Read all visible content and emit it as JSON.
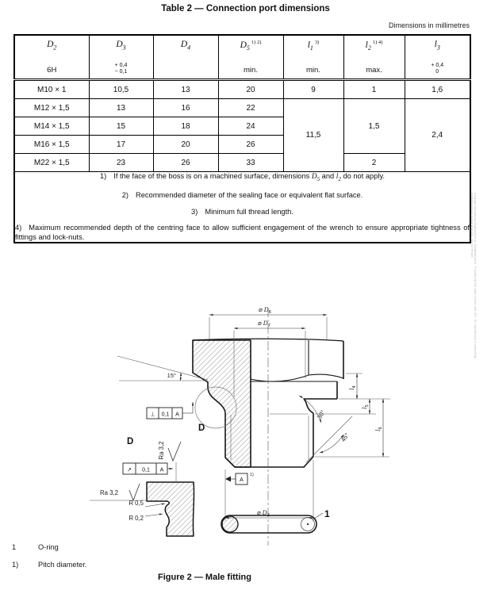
{
  "page": {
    "table_title": "Table 2 — Connection port dimensions",
    "units_note": "Dimensions in millimetres",
    "figure_caption": "Figure 2 — Male fitting",
    "watermark_text": "Copyright International Organization for Standardization · Provided by IHS under license with ISO · No reproduction or networking permitted without license from IHS · Not for Resale"
  },
  "table": {
    "headers": {
      "d2": {
        "sym": "D",
        "sub": "2",
        "sup": "",
        "spec": "6H"
      },
      "d3": {
        "sym": "D",
        "sub": "3",
        "sup": "",
        "tol_plus": "+ 0,4",
        "tol_minus": "− 0,1"
      },
      "d4": {
        "sym": "D",
        "sub": "4",
        "sup": "",
        "spec": ""
      },
      "d5": {
        "sym": "D",
        "sub": "5",
        "sup": "1) 2)",
        "spec": "min."
      },
      "l1": {
        "sym": "l",
        "sub": "1",
        "sup": "3)",
        "spec": "min."
      },
      "l2": {
        "sym": "l",
        "sub": "2",
        "sup": "1) 4)",
        "spec": "max."
      },
      "l3": {
        "sym": "l",
        "sub": "3",
        "sup": "",
        "tol_plus": "+ 0,4",
        "tol_minus": "0"
      }
    },
    "rows": [
      [
        "M10 × 1",
        "10,5",
        "13",
        "20"
      ],
      [
        "M12 × 1,5",
        "13",
        "16",
        "22"
      ],
      [
        "M14 × 1,5",
        "15",
        "18",
        "24"
      ],
      [
        "M16 × 1,5",
        "17",
        "20",
        "26"
      ],
      [
        "M22 × 1,5",
        "23",
        "26",
        "33"
      ]
    ],
    "extras": {
      "row0_l1": "9",
      "row0_l2": "1",
      "row0_l3": "1,6",
      "span_l1": "11,5",
      "span_l2": "1,5",
      "span_l3": "2,4",
      "row4_l2": "2"
    },
    "footnotes": {
      "fn1": {
        "marker": "1)",
        "pre": "If the face of the boss is on a machined surface, dimensions ",
        "sym1": "D",
        "sub1": "5",
        "mid": " and ",
        "sym2": "l",
        "sub2": "2",
        "post": " do not apply."
      },
      "fn2": {
        "marker": "2)",
        "text": "Recommended diameter of the sealing face or equivalent flat surface."
      },
      "fn3": {
        "marker": "3)",
        "text": "Minimum full thread length."
      },
      "fn4": {
        "marker": "4)",
        "text": "Maximum recommended depth of the centring face to allow sufficient engagement of the wrench to ensure appropriate tightness of fittings and lock-nuts."
      }
    }
  },
  "figure": {
    "dims": {
      "d6": {
        "dia": "⌀",
        "sym": "D",
        "sub": "6"
      },
      "d7": {
        "dia": "⌀",
        "sym": "D",
        "sub": "7"
      },
      "d2": {
        "dia": "⌀",
        "sym": "D",
        "sub": "2"
      },
      "l4": {
        "sym": "l",
        "sub": "4"
      },
      "l5": {
        "sym": "l",
        "sub": "5"
      },
      "l6": {
        "sym": "l",
        "sub": "6"
      }
    },
    "angles": {
      "a15": "15°",
      "a30": "30°",
      "a45": "45°"
    },
    "tolerances": {
      "perp": {
        "sym": "⊥",
        "val": "0,1",
        "datum": "A"
      },
      "runout": {
        "sym": "↗",
        "val": "0,1",
        "datum": "A"
      }
    },
    "datum": {
      "label": "A",
      "sup": "1)"
    },
    "surface": {
      "ra_vertical": "Ra 3,2",
      "ra_horizontal": "Ra 3,2",
      "r1": "R 0,5",
      "r2": "R 0,2"
    },
    "detail": {
      "circle_label": "D",
      "view_label": "D"
    },
    "oring_ref": "1",
    "legend": [
      {
        "ref": "1",
        "text": "O-ring"
      },
      {
        "ref": "1)",
        "text": "Pitch diameter."
      }
    ]
  }
}
